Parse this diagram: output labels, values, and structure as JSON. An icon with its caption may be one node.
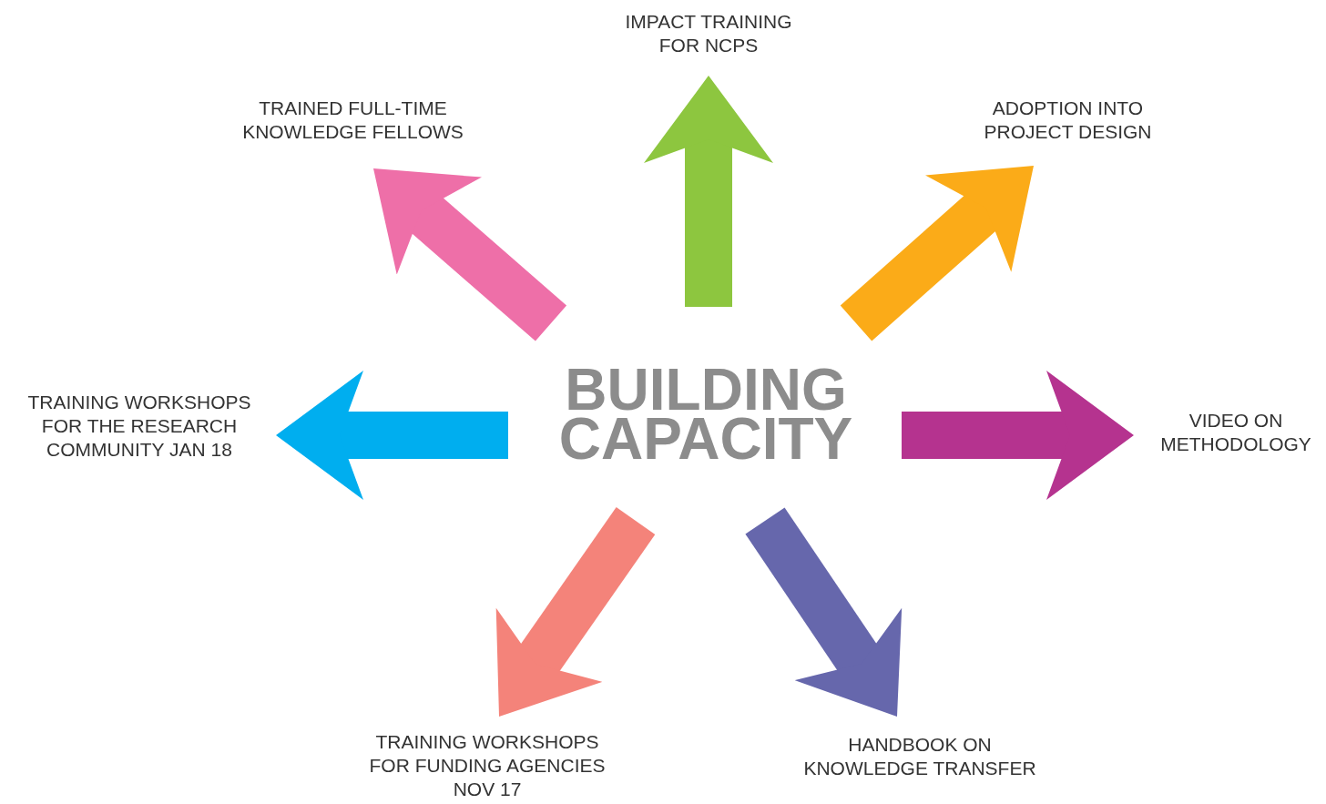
{
  "diagram": {
    "nodes": [
      {
        "text": [
          "BUILDING CAPACITY"
        ]
      },
      {
        "text": [
          "TRAINED FULL-TIME KNOWLEDGE FELLOWS"
        ]
      },
      {
        "text": [
          "IMPACT TRAINING FOR NCPS"
        ]
      },
      {
        "text": [
          "ADOPTION INTO PROJECT DESIGN"
        ]
      },
      {
        "text": [
          "TRAINING WORKSHOPS FOR THE RESEARCH COMMUNITY JAN 18"
        ]
      },
      {
        "text": [
          "VIDEO ON METHODOLOGY"
        ]
      },
      {
        "text": [
          "TRAINING WORKSHOPS FOR FUNDING AGENCIES NOV 17"
        ]
      },
      {
        "text": [
          "HANDBOOK ON KNOWLEDGE TRANSFER"
        ]
      }
    ],
    "edges": [
      {
        "from": 0,
        "to": 1,
        "arrow": "to",
        "color": "#ee6fa8"
      },
      {
        "from": 0,
        "to": 2,
        "arrow": "to",
        "color": "#8dc63f"
      },
      {
        "from": 0,
        "to": 3,
        "arrow": "to",
        "color": "#fbab18"
      },
      {
        "from": 0,
        "to": 4,
        "arrow": "to",
        "color": "#00aeef"
      },
      {
        "from": 0,
        "to": 5,
        "arrow": "to",
        "color": "#b5338f"
      },
      {
        "from": 0,
        "to": 6,
        "arrow": "to",
        "color": "#f4837a"
      },
      {
        "from": 0,
        "to": 7,
        "arrow": "to",
        "color": "#6667ac"
      }
    ]
  }
}
